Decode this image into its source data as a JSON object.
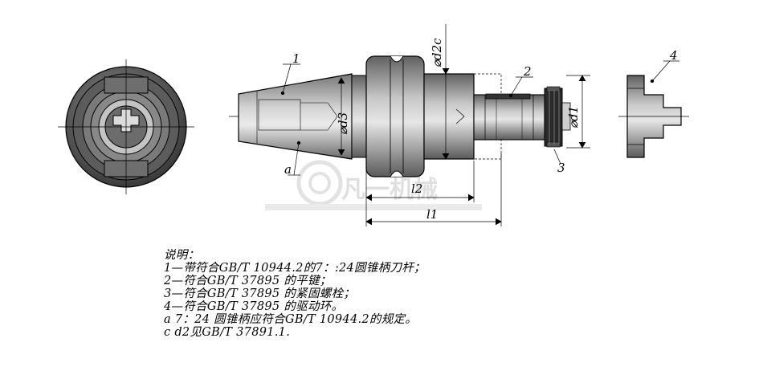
{
  "labels": {
    "part1": "1",
    "part2": "2",
    "part3": "3",
    "part4": "4",
    "a": "a",
    "d3": "⌀d3",
    "d2c": "⌀d2c",
    "d1": "⌀d1",
    "l2": "l2",
    "l1": "l1"
  },
  "watermark": "凡一机械",
  "notes": {
    "title": "说明：",
    "lines": [
      "1—带符合GB/T 10944.2的7：:24圆锥柄刀杆；",
      "2—符合GB/T 37895 的平键；",
      "3—符合GB/T 37895 的紧固螺栓；",
      "4—符合GB/T 37895 的驱动环。",
      "a 7：24 圆锥柄应符合GB/T 10944.2的规定。",
      "c d2见GB/T 37891.1."
    ]
  }
}
